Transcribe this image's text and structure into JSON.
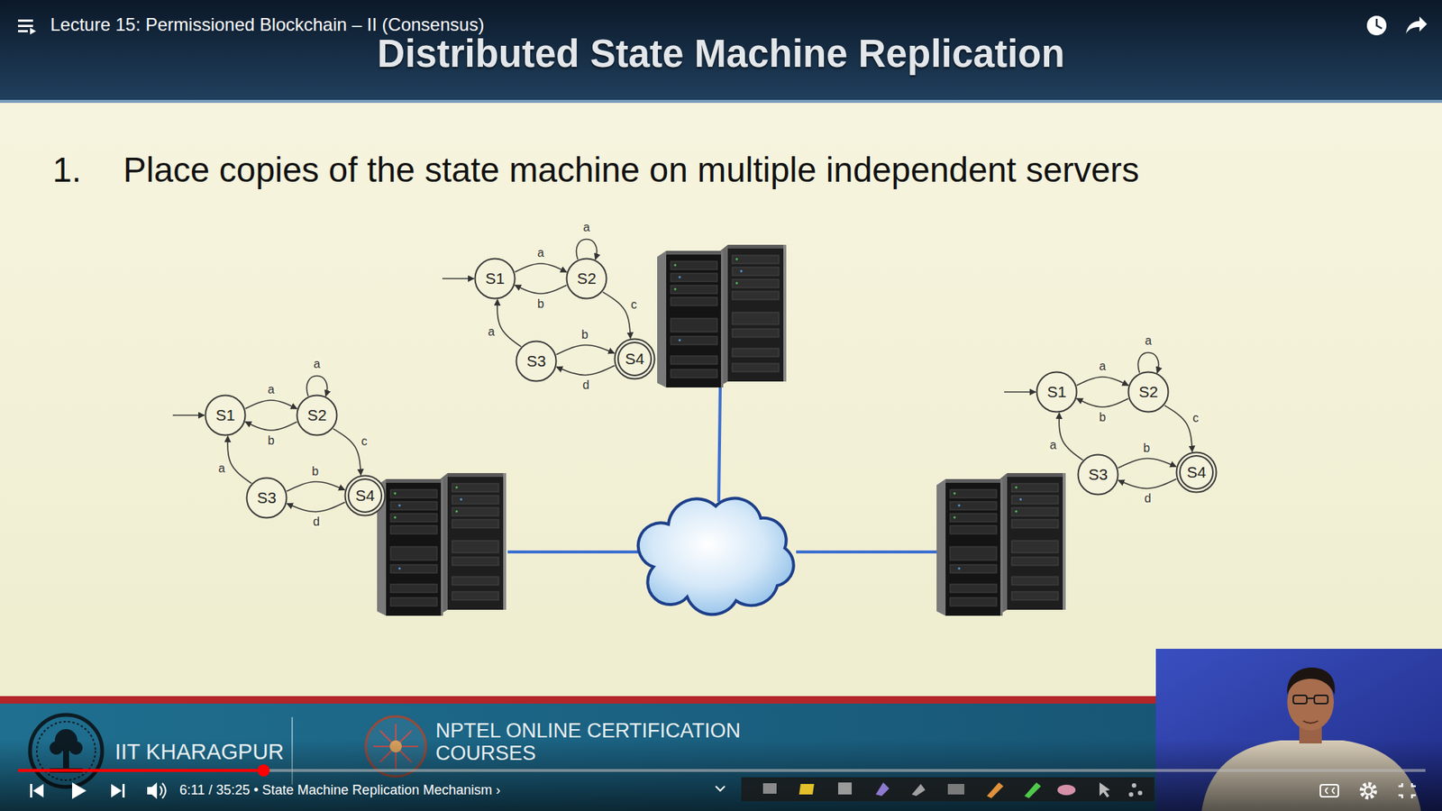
{
  "diagram": {
    "title": "Distributed State Machine Replication",
    "nodes": [
      {
        "text": [
          "S1"
        ]
      },
      {
        "text": [
          "S2"
        ]
      },
      {
        "text": [
          "S3"
        ]
      },
      {
        "text": [
          "S4"
        ]
      },
      {
        "text": [
          "S1"
        ]
      },
      {
        "text": [
          "S2"
        ]
      },
      {
        "text": [
          "S3"
        ]
      },
      {
        "text": [
          "S4"
        ]
      },
      {
        "text": [
          "S1"
        ]
      },
      {
        "text": [
          "S2"
        ]
      },
      {
        "text": [
          "S3"
        ]
      },
      {
        "text": [
          "S4"
        ]
      }
    ],
    "edges": [
      {
        "from": 0,
        "to": 1,
        "label": "a",
        "arrow": "to"
      },
      {
        "from": 1,
        "to": 0,
        "label": "b",
        "arrow": "to"
      },
      {
        "from": 1,
        "to": 3,
        "label": "c",
        "arrow": "to"
      },
      {
        "from": 2,
        "to": 3,
        "label": "b",
        "arrow": "to"
      },
      {
        "from": 3,
        "to": 2,
        "label": "d",
        "arrow": "to"
      },
      {
        "from": 2,
        "to": 0,
        "label": "a",
        "arrow": "to"
      },
      {
        "from": 4,
        "to": 5,
        "label": "a",
        "arrow": "to"
      },
      {
        "from": 5,
        "to": 4,
        "label": "b",
        "arrow": "to"
      },
      {
        "from": 5,
        "to": 7,
        "label": "c",
        "arrow": "to"
      },
      {
        "from": 6,
        "to": 7,
        "label": "b",
        "arrow": "to"
      },
      {
        "from": 7,
        "to": 6,
        "label": "d",
        "arrow": "to"
      },
      {
        "from": 6,
        "to": 4,
        "label": "a",
        "arrow": "to"
      },
      {
        "from": 8,
        "to": 9,
        "label": "a",
        "arrow": "to"
      },
      {
        "from": 9,
        "to": 8,
        "label": "b",
        "arrow": "to"
      },
      {
        "from": 9,
        "to": 11,
        "label": "c",
        "arrow": "to"
      },
      {
        "from": 10,
        "to": 11,
        "label": "b",
        "arrow": "to"
      },
      {
        "from": 11,
        "to": 10,
        "label": "d",
        "arrow": "to"
      },
      {
        "from": 10,
        "to": 8,
        "label": "a",
        "arrow": "to"
      }
    ],
    "labels": [
      "Lecture 15: Permissioned Blockchain – II (Consensus)",
      "1.",
      "Place copies of the state machine on multiple independent servers",
      "a",
      "a",
      "a",
      "IIT KHARAGPUR",
      "NPTEL ONLINE CERTIFICATION COURSES",
      "6:11 / 35:25 • State Machine Replication Mechanism ›"
    ]
  }
}
